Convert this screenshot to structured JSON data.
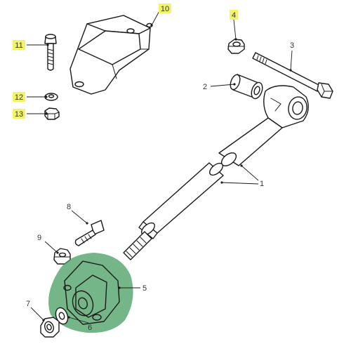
{
  "callouts": [
    {
      "id": "1",
      "label": "1",
      "highlighted": false
    },
    {
      "id": "2",
      "label": "2",
      "highlighted": false
    },
    {
      "id": "3",
      "label": "3",
      "highlighted": false
    },
    {
      "id": "4",
      "label": "4",
      "highlighted": true
    },
    {
      "id": "5",
      "label": "5",
      "highlighted": false
    },
    {
      "id": "6",
      "label": "6",
      "highlighted": false
    },
    {
      "id": "7",
      "label": "7",
      "highlighted": false
    },
    {
      "id": "8",
      "label": "8",
      "highlighted": false
    },
    {
      "id": "9",
      "label": "9",
      "highlighted": false
    },
    {
      "id": "10",
      "label": "10",
      "highlighted": true
    },
    {
      "id": "11",
      "label": "11",
      "highlighted": true
    },
    {
      "id": "12",
      "label": "12",
      "highlighted": true
    },
    {
      "id": "13",
      "label": "13",
      "highlighted": true
    }
  ],
  "colors": {
    "label_highlight": "#f3f36a",
    "part_highlight": "#3f9a5a",
    "line": "#1a1a1a"
  }
}
